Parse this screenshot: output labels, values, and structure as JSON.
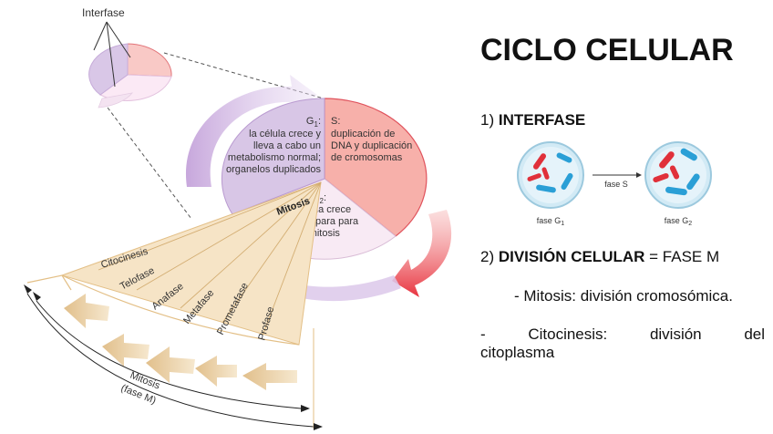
{
  "diagram": {
    "interfase_label": "Interfase",
    "g1_title": "G",
    "g1_sub": "1",
    "g1_lines": [
      "la célula crece y",
      "lleva a cabo un",
      "metabolismo normal;",
      "organelos duplicados"
    ],
    "s_title": "S:",
    "s_lines": [
      "duplicación de",
      "DNA y duplicación",
      "de cromosomas"
    ],
    "g2_title": "G",
    "g2_sub": "2",
    "g2_lines": [
      "la célula crece",
      "y se prepara para",
      "la mitosis"
    ],
    "mitosis_label": "Mitosis",
    "phases": [
      "Citocinesis",
      "Telofase",
      "Anafase",
      "Metafase",
      "Prometafase",
      "Profase"
    ],
    "mitosis_arc_label": "Mitosis",
    "fase_m_arc_label": "(fase M)"
  },
  "slide": {
    "title": "CICLO CELULAR",
    "interfase_num": "1) ",
    "interfase_bold": "INTERFASE",
    "division_num": "2) ",
    "division_bold": "DIVISIÓN CELULAR",
    "division_rest": " = FASE M",
    "mitosis_line": "- Mitosis: división cromosómica.",
    "citocinesis_words": [
      "-",
      "Citocinesis:",
      "división",
      "del"
    ],
    "citocinesis_line2": "citoplasma"
  },
  "cells_figure": {
    "arrow_label": "fase S",
    "left_label": "fase G",
    "left_sub": "1",
    "right_label": "fase G",
    "right_sub": "2"
  },
  "colors": {
    "g1": "#d8c6e6",
    "s": "#f7b0aa",
    "g2": "#f7eaf4",
    "phase_fan": "#f6e4c6",
    "accent_red": "#e0303a",
    "accent_purple": "#c7a7dc"
  }
}
